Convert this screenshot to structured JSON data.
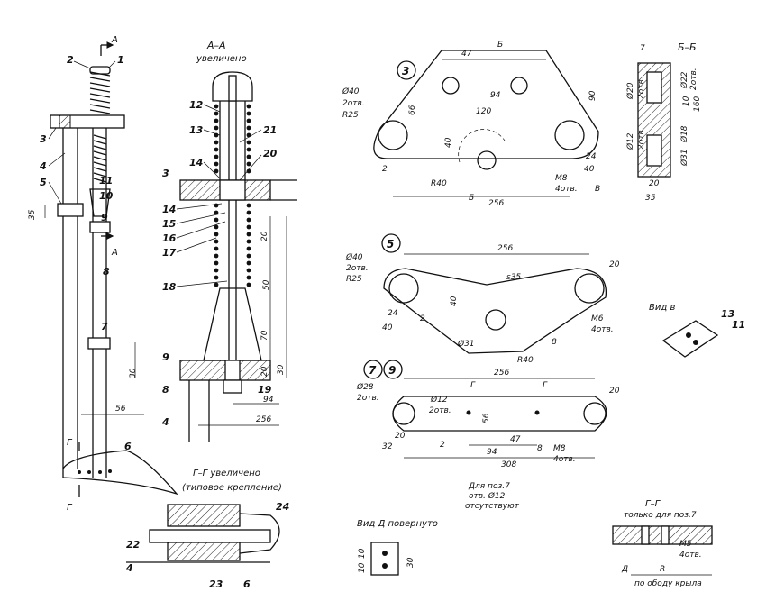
{
  "views": {
    "assembly": {
      "section_a_top": "A",
      "section_a_bottom": "A",
      "section_g_top": "Г",
      "section_g_bottom": "Г",
      "dim_35": "35",
      "dim_30": "30",
      "dim_56": "56",
      "callouts": [
        "1",
        "2",
        "3",
        "4",
        "5",
        "6",
        "7",
        "8",
        "9",
        "10",
        "11"
      ]
    },
    "section_aa": {
      "title": "А–А",
      "subtitle": "увеличено",
      "callouts": [
        "12",
        "13",
        "21",
        "3",
        "14",
        "20",
        "14",
        "15",
        "16",
        "17",
        "18",
        "9",
        "8",
        "19",
        "4"
      ],
      "dims": {
        "d20": "20",
        "d50": "50",
        "d70": "70",
        "d20b": "20",
        "d30": "30",
        "d94": "94",
        "d256": "256"
      }
    },
    "section_gg": {
      "title": "Г–Г увеличено",
      "subtitle": "(типовое крепление)",
      "callouts": [
        "24",
        "22",
        "4",
        "23",
        "6"
      ]
    },
    "part3": {
      "number": "3",
      "dims": {
        "d47": "47",
        "d94": "94",
        "d120": "120",
        "d90": "90",
        "d66": "66",
        "d40": "40",
        "d256": "256",
        "r40": "R40",
        "r25": "R25",
        "phi40": "Ø40",
        "phi40_count": "2отв.",
        "d2": "2",
        "d40b": "40",
        "d24": "24",
        "m8": "M8",
        "m8_count": "4отв.",
        "b_mark": "Б",
        "b_mark2": "Б",
        "v_mark": "В"
      }
    },
    "section_bb": {
      "title": "Б–Б",
      "dims": {
        "d7": "7",
        "phi20": "Ø20",
        "phi20_count": "2отв.",
        "phi22": "Ø22",
        "phi22_count": "2отв.",
        "d10": "10",
        "d160": "160",
        "phi12": "Ø12",
        "phi12_count": "2отв.",
        "phi18": "Ø18",
        "phi31": "Ø31",
        "d20": "20",
        "d35": "35"
      }
    },
    "part5": {
      "number": "5",
      "dims": {
        "d256": "256",
        "phi40": "Ø40",
        "phi40_count": "2отв.",
        "r25": "R25",
        "s35": "s35",
        "d20": "20",
        "d40": "40",
        "d24": "24",
        "d40b": "40",
        "d2": "2",
        "phi31": "Ø31",
        "r40": "R40",
        "m6": "M6",
        "m6_count": "4отв.",
        "d8": "8"
      }
    },
    "view_v": {
      "title": "Вид в",
      "callouts": [
        "13",
        "11"
      ]
    },
    "part79": {
      "numbers": [
        "7",
        "9"
      ],
      "dims": {
        "d256": "256",
        "phi28": "Ø28",
        "phi28_count": "2отв.",
        "phi12": "Ø12",
        "phi12_count": "2отв.",
        "d56": "56",
        "d20": "20",
        "d32": "32",
        "d20b": "20",
        "d2": "2",
        "d94": "94",
        "d47": "47",
        "d8": "8",
        "m8": "M8",
        "m8_count": "4отв.",
        "d308": "308",
        "g1": "Г",
        "g2": "Г"
      },
      "note": [
        "Для поз.7",
        "отв. Ø12",
        "отсутствуют"
      ]
    },
    "view_d": {
      "title": "Вид Д повернуто",
      "dims": {
        "d10a": "10",
        "d10b": "10",
        "d30": "30"
      }
    },
    "section_gg7": {
      "title": "Г–Г",
      "subtitle": "только для поз.7",
      "dims": {
        "m5": "M5",
        "m5_count": "4отв.",
        "d_mark": "Д",
        "r": "R",
        "note": "по ободу крыла"
      }
    }
  }
}
